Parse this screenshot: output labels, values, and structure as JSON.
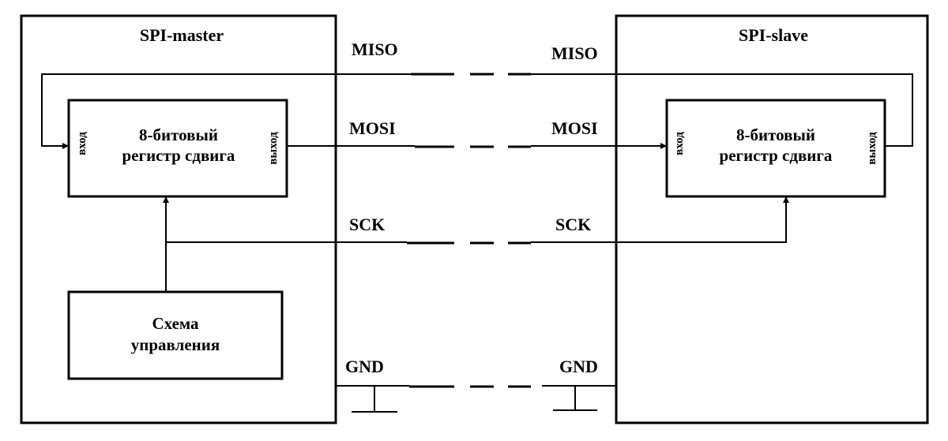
{
  "master": {
    "title": "SPI-master",
    "register_line1": "8-битовый",
    "register_line2": "регистр сдвига",
    "port_in": "вход",
    "port_out": "выход",
    "control_line1": "Схема",
    "control_line2": "управления"
  },
  "slave": {
    "title": "SPI-slave",
    "register_line1": "8-битовый",
    "register_line2": "регистр сдвига",
    "port_in": "вход",
    "port_out": "выход"
  },
  "signals": {
    "miso_master": "MISO",
    "miso_slave": "MISO",
    "mosi_master": "MOSI",
    "mosi_slave": "MOSI",
    "sck_master": "SCK",
    "sck_slave": "SCK",
    "gnd_master": "GND",
    "gnd_slave": "GND"
  }
}
